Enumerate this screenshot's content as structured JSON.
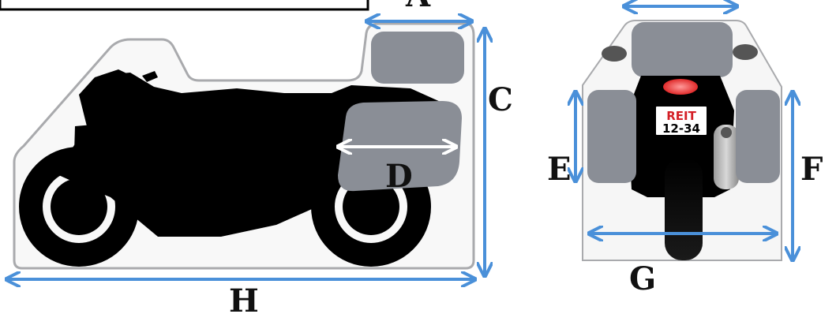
{
  "colors": {
    "arrow": "#4a90d9",
    "arrow_white": "#ffffff",
    "silhouette": "#000000",
    "luggage": "#8a8e96",
    "cover_outline": "#a9aaad",
    "plate_red": "#d41f26"
  },
  "side_view": {
    "labels": {
      "a": "A",
      "c": "C",
      "d": "D",
      "h": "H"
    }
  },
  "rear_view": {
    "labels": {
      "e": "E",
      "f": "F",
      "g": "G"
    },
    "license_plate": {
      "line1": "REIT",
      "line2": "12-34"
    }
  }
}
